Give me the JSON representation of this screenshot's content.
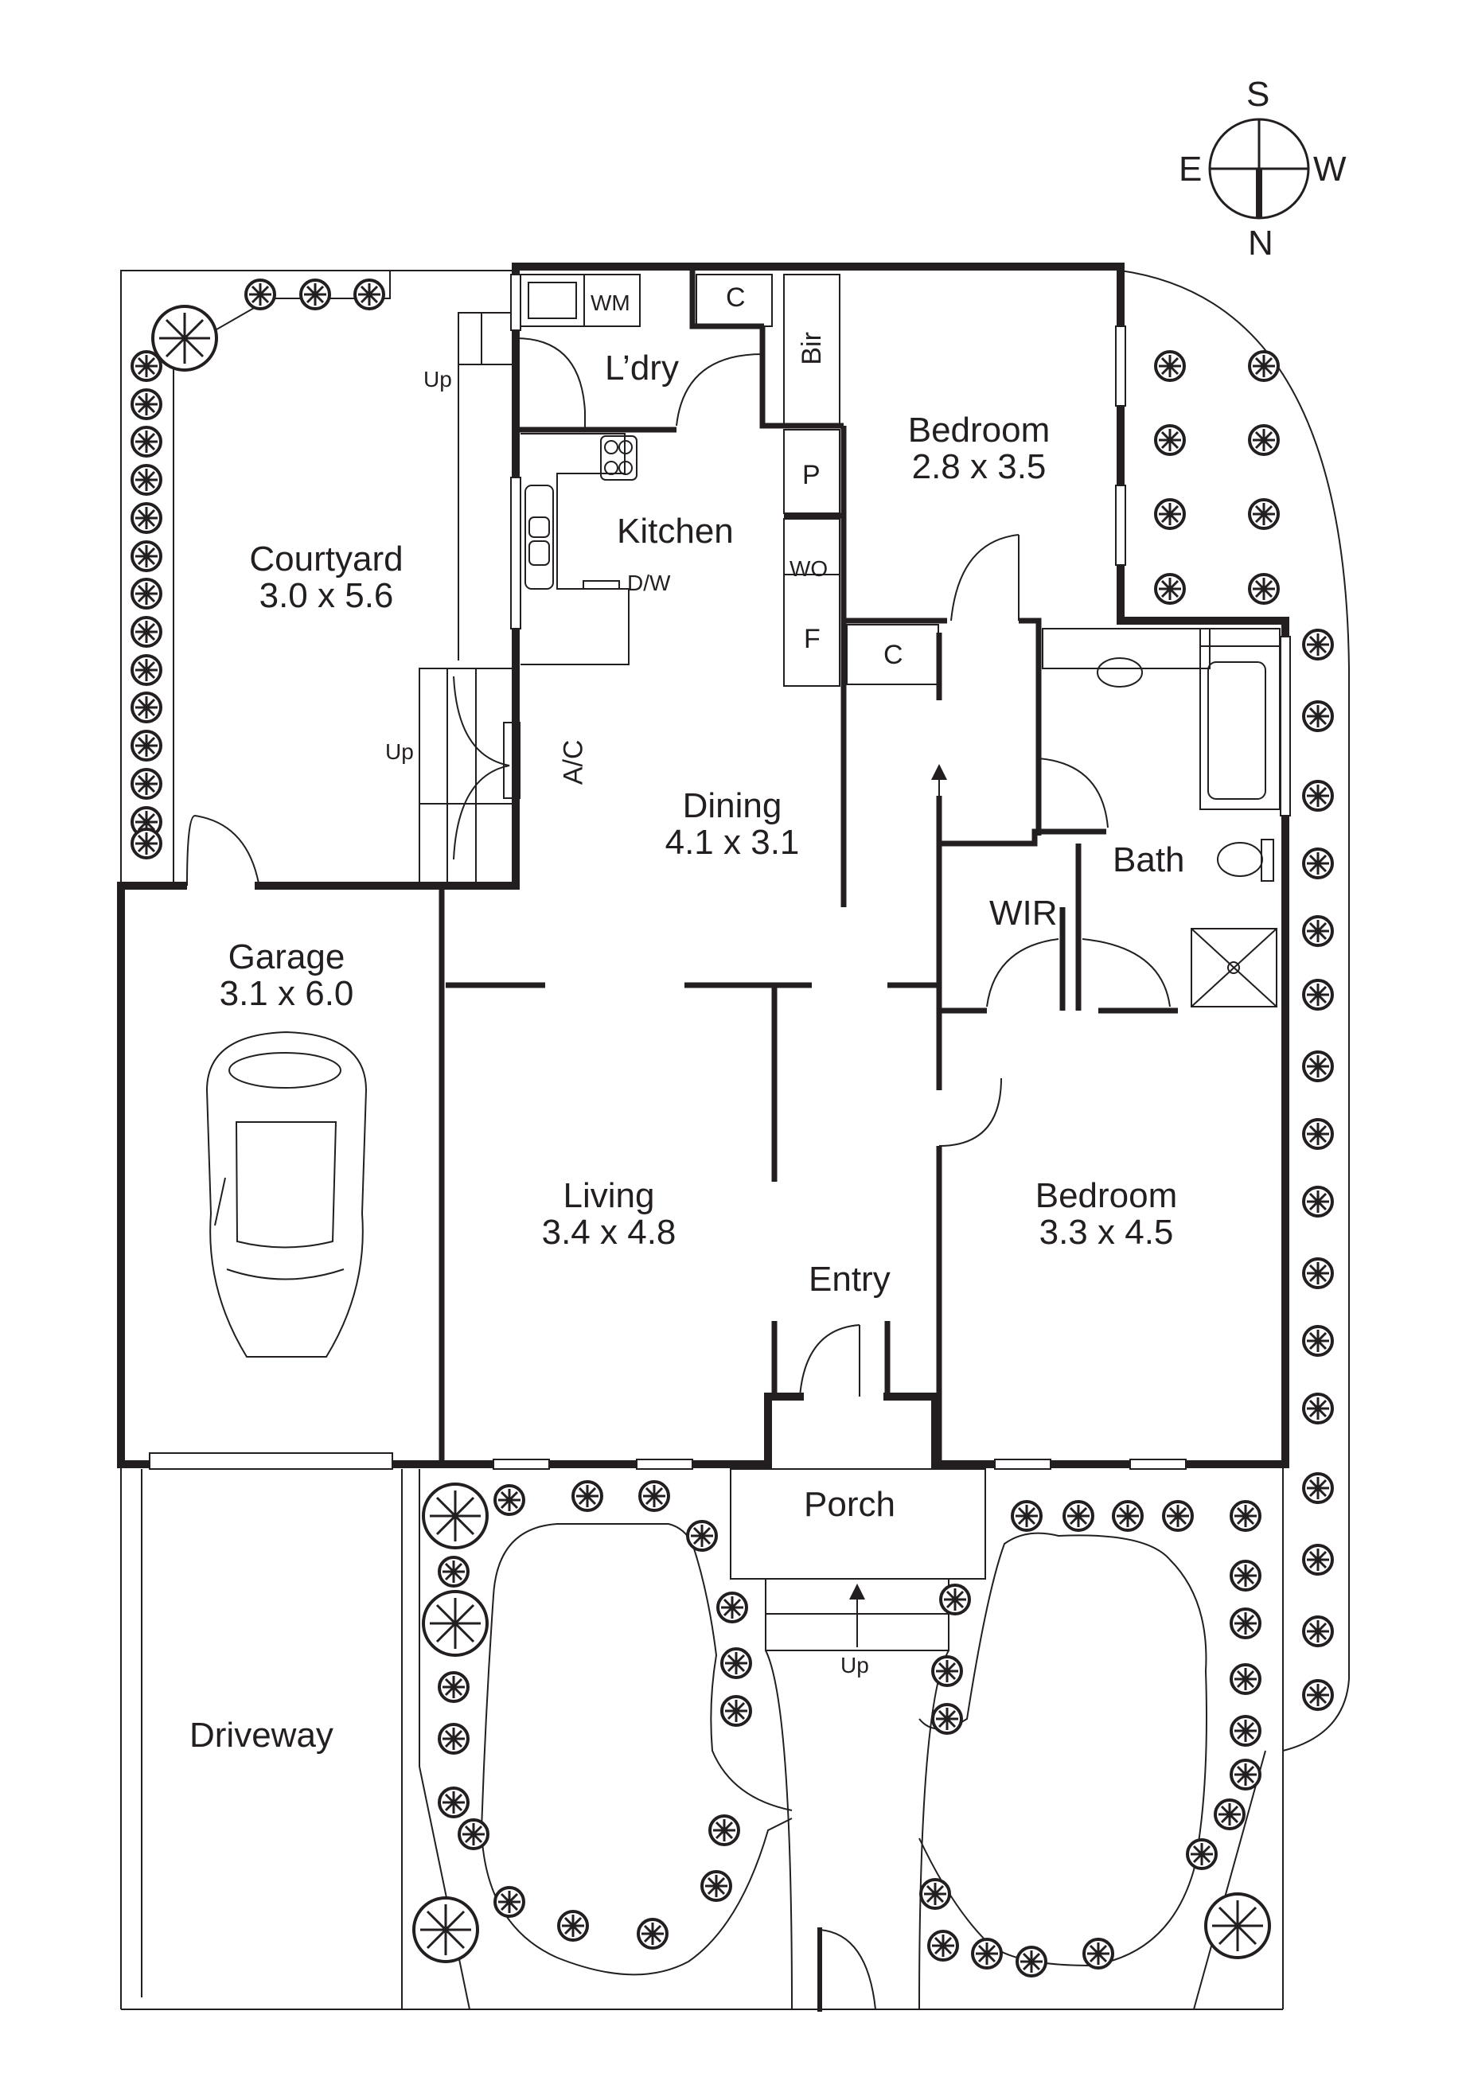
{
  "compass": {
    "top": "S",
    "left": "E",
    "right": "W",
    "bottom": "N"
  },
  "rooms": {
    "courtyard": {
      "name": "Courtyard",
      "dims": "3.0 x 5.6"
    },
    "laundry": {
      "name": "L’dry"
    },
    "kitchen": {
      "name": "Kitchen"
    },
    "bedroom1": {
      "name": "Bedroom",
      "dims": "2.8 x 3.5"
    },
    "dining": {
      "name": "Dining",
      "dims": "4.1 x 3.1"
    },
    "bath": {
      "name": "Bath"
    },
    "wir": {
      "name": "WIR"
    },
    "garage": {
      "name": "Garage",
      "dims": "3.1 x 6.0"
    },
    "living": {
      "name": "Living",
      "dims": "3.4 x 4.8"
    },
    "entry": {
      "name": "Entry"
    },
    "bedroom2": {
      "name": "Bedroom",
      "dims": "3.3 x 4.5"
    },
    "porch": {
      "name": "Porch"
    },
    "driveway": {
      "name": "Driveway"
    }
  },
  "fixtures": {
    "washing_machine": "WM",
    "cupboard_laundry": "C",
    "built_in_robe": "Bir",
    "pantry": "P",
    "wall_oven": "WO",
    "fridge": "F",
    "cupboard_hall": "C",
    "dishwasher": "D/W",
    "air_conditioner": "A/C"
  },
  "stairs": {
    "laundry_step": "Up",
    "dining_step": "Up",
    "porch_step": "Up"
  },
  "colors": {
    "ink": "#231f20",
    "background": "#ffffff"
  }
}
